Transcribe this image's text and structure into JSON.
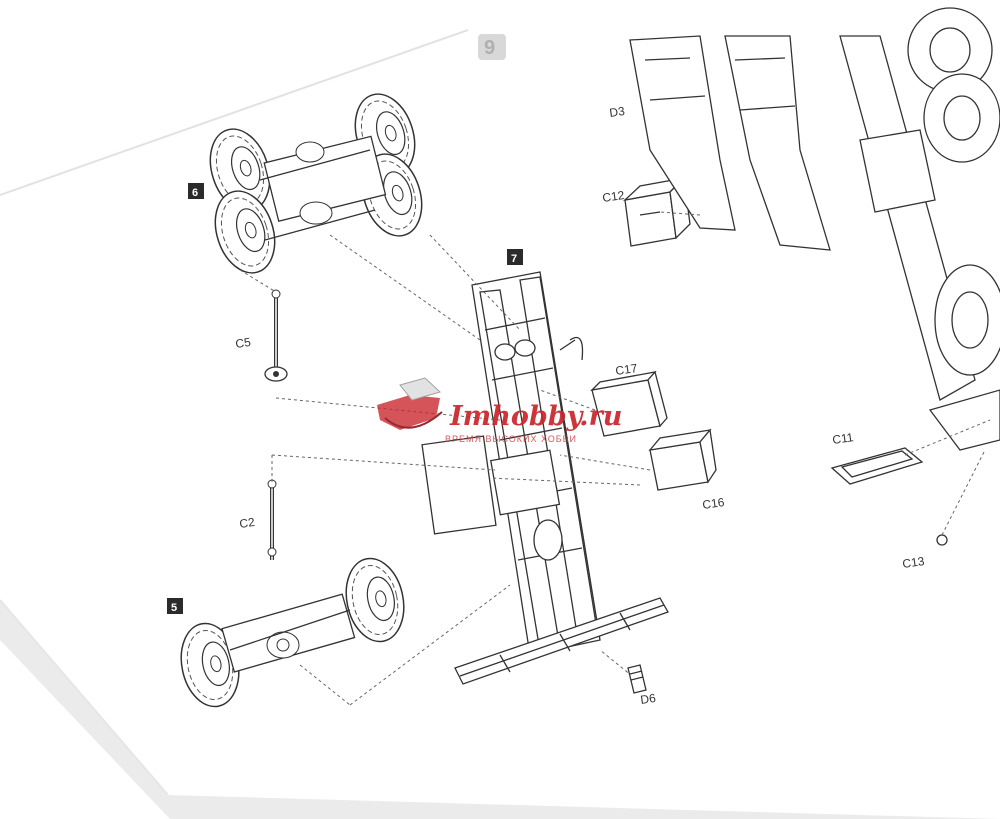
{
  "photo": {
    "subject": "assembly-instruction-sheet",
    "colors": {
      "paper": "#ffffff",
      "line": "#3a3a3a",
      "shadow": "#cfcfcf",
      "watermark": "#c9242b"
    }
  },
  "steps": [
    {
      "id": "step-5",
      "number": "5"
    },
    {
      "id": "step-6",
      "number": "6"
    },
    {
      "id": "step-7",
      "number": "7"
    }
  ],
  "page_number": "9",
  "parts": {
    "c5": "C5",
    "c2": "C2",
    "d3": "D3",
    "c12": "C12",
    "c17": "C17",
    "c11": "C11",
    "c16": "C16",
    "c13": "C13",
    "d6": "D6"
  },
  "watermark": {
    "brand": "Imhobby.ru",
    "tagline": "ВРЕМЯ ВЫСОКИХ ХОББИ"
  }
}
